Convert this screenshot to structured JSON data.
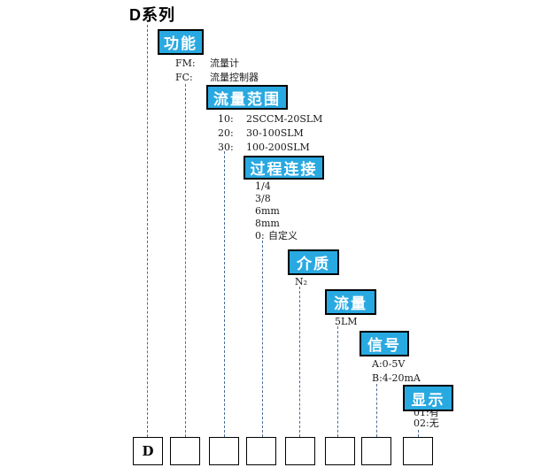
{
  "title": "D系列",
  "colors": {
    "accent_blue": "#29A9E1",
    "connector": "#4A6D96"
  },
  "sections": [
    {
      "label": "功能",
      "options": [
        {
          "code": "FM:",
          "value": "流量计"
        },
        {
          "code": "FC:",
          "value": "流量控制器"
        }
      ]
    },
    {
      "label": "流量范围",
      "options": [
        {
          "code": "10:",
          "value": "2SCCM-20SLM"
        },
        {
          "code": "20:",
          "value": "30-100SLM"
        },
        {
          "code": "30:",
          "value": "100-200SLM"
        }
      ]
    },
    {
      "label": "过程连接",
      "options": [
        {
          "code": "",
          "value": "1/4"
        },
        {
          "code": "",
          "value": "3/8"
        },
        {
          "code": "",
          "value": "6mm"
        },
        {
          "code": "",
          "value": "8mm"
        },
        {
          "code": "0:",
          "value": "自定义"
        }
      ]
    },
    {
      "label": "介质",
      "options": [
        {
          "code": "",
          "value": "N₂"
        }
      ]
    },
    {
      "label": "流量",
      "options": [
        {
          "code": "",
          "value": "5LM"
        }
      ]
    },
    {
      "label": "信号",
      "options": [
        {
          "code": "",
          "value": "A:0-5V"
        },
        {
          "code": "",
          "value": "B:4-20mA"
        }
      ]
    },
    {
      "label": "显示",
      "options": [
        {
          "code": "",
          "value": "01:有"
        },
        {
          "code": "",
          "value": "02:无"
        }
      ]
    }
  ],
  "code_boxes": [
    "D",
    "",
    "",
    "",
    "",
    "",
    "",
    ""
  ]
}
